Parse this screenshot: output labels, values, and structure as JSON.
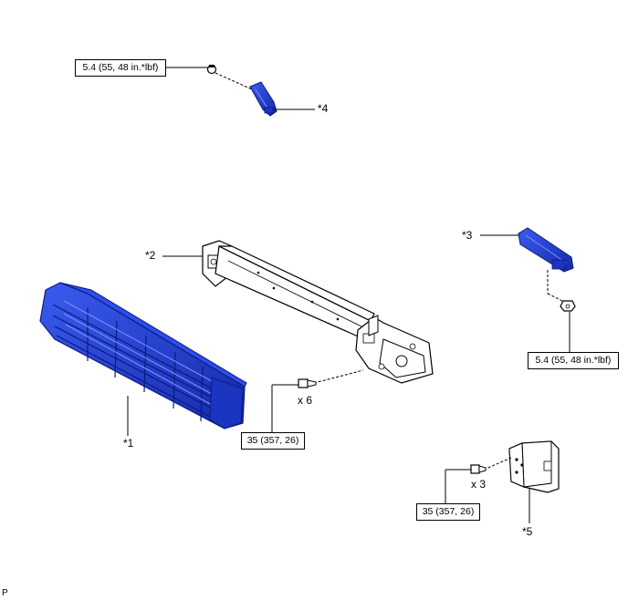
{
  "torques": {
    "retainer_upper": "5.4 (55, 48 in.*lbf)",
    "retainer_right": "5.4 (55, 48 in.*lbf)",
    "reinforcement_bolts": "35 (357, 26)",
    "extension_bolts": "35 (357, 26)"
  },
  "callouts": {
    "part1": "*1",
    "part2": "*2",
    "part3": "*3",
    "part4": "*4",
    "part5": "*5"
  },
  "quantities": {
    "reinforcement_bolts": "x 6",
    "extension_bolts": "x 3"
  },
  "footer": {
    "code": "P"
  },
  "colors": {
    "highlight_part": "#1f3fd6",
    "line": "#000000"
  }
}
